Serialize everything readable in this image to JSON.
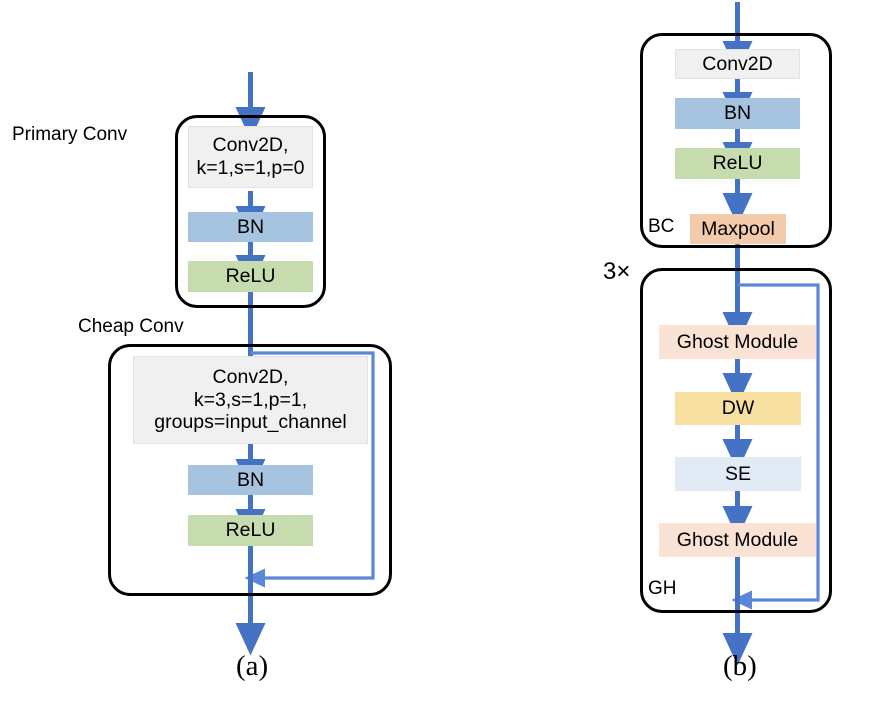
{
  "figure": {
    "panels": [
      {
        "id": "a",
        "caption": "(a)",
        "groups": [
          {
            "name": "Primary Conv",
            "label": "Primary Conv",
            "label_position": "left-outside",
            "blocks": [
              {
                "name": "conv2d",
                "text": "Conv2D,\nk=1,s=1,p=0",
                "color": "#F0F0F0"
              },
              {
                "name": "bn",
                "text": "BN",
                "color": "#A6C3E0"
              },
              {
                "name": "relu",
                "text": "ReLU",
                "color": "#C7DCAE"
              }
            ]
          },
          {
            "name": "Cheap Conv",
            "label": "Cheap Conv",
            "label_position": "top-outside",
            "skip_connection": true,
            "blocks": [
              {
                "name": "conv2d",
                "text": "Conv2D,\nk=3,s=1,p=1,\ngroups=input_channel",
                "color": "#F0F0F0"
              },
              {
                "name": "bn",
                "text": "BN",
                "color": "#A6C3E0"
              },
              {
                "name": "relu",
                "text": "ReLU",
                "color": "#C7DCAE"
              }
            ]
          }
        ]
      },
      {
        "id": "b",
        "caption": "(b)",
        "repeat_label": "3×",
        "groups": [
          {
            "name": "BC",
            "label": "BC",
            "label_position": "inside-bottom-left",
            "blocks": [
              {
                "name": "conv2d",
                "text": "Conv2D",
                "color": "#F0F0F0"
              },
              {
                "name": "bn",
                "text": "BN",
                "color": "#A6C3E0"
              },
              {
                "name": "relu",
                "text": "ReLU",
                "color": "#C7DCAE"
              },
              {
                "name": "maxpool",
                "text": "Maxpool",
                "color": "#F4CBAA"
              }
            ]
          },
          {
            "name": "GH",
            "label": "GH",
            "label_position": "inside-bottom-left",
            "skip_connection": true,
            "blocks": [
              {
                "name": "ghost-module-1",
                "text": "Ghost Module",
                "color": "#FAE3D5"
              },
              {
                "name": "dw",
                "text": "DW",
                "color": "#F8E0A0"
              },
              {
                "name": "se",
                "text": "SE",
                "color": "#E2EAF5"
              },
              {
                "name": "ghost-module-2",
                "text": "Ghost Module",
                "color": "#FAE3D5"
              }
            ]
          }
        ]
      }
    ]
  },
  "labels": {
    "primary_conv": "Primary Conv",
    "cheap_conv": "Cheap Conv",
    "bc": "BC",
    "gh": "GH",
    "repeat_3x": "3×",
    "caption_a": "(a)",
    "caption_b": "(b)"
  },
  "blocks": {
    "a": {
      "primary": {
        "conv2d": "Conv2D,\nk=1,s=1,p=0",
        "bn": "BN",
        "relu": "ReLU"
      },
      "cheap": {
        "conv2d": "Conv2D,\nk=3,s=1,p=1,\ngroups=input_channel",
        "bn": "BN",
        "relu": "ReLU"
      }
    },
    "b": {
      "bc": {
        "conv2d": "Conv2D",
        "bn": "BN",
        "relu": "ReLU",
        "maxpool": "Maxpool"
      },
      "gh": {
        "ghost1": "Ghost Module",
        "dw": "DW",
        "se": "SE",
        "ghost2": "Ghost Module"
      }
    }
  },
  "colors": {
    "arrow": "#4472C4",
    "skip": "#5B87D6",
    "outline": "#000000",
    "conv_fill": "#F0F0F0",
    "bn_fill": "#A6C3E0",
    "relu_fill": "#C7DCAE",
    "maxpool_fill": "#F4CBAA",
    "ghost_fill": "#FAE3D5",
    "dw_fill": "#F8E0A0",
    "se_fill": "#E2EAF5",
    "background": "#FFFFFF"
  }
}
